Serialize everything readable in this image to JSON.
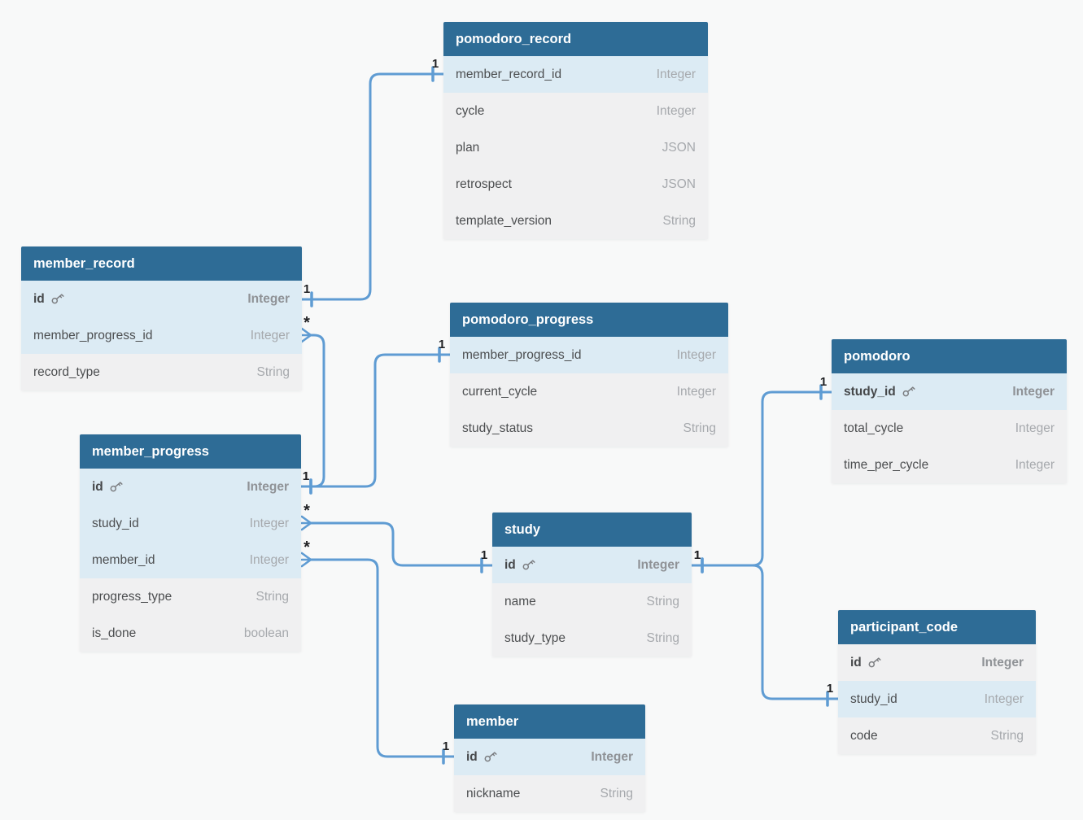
{
  "diagram": {
    "colors": {
      "background": "#f8f9f9",
      "table_header": "#2e6c96",
      "highlight_row": "#dcebf4",
      "normal_row": "#f0f0f1",
      "relationship_line": "#5f9cd3"
    },
    "icons": {
      "primary_key": "key-icon",
      "many_end": "crow-foot-many-icon",
      "one_end": "one-tick-icon"
    },
    "tables": [
      {
        "title": "pomodoro_record",
        "fields": [
          {
            "name": "member_record_id",
            "type": "Integer"
          },
          {
            "name": "cycle",
            "type": "Integer"
          },
          {
            "name": "plan",
            "type": "JSON"
          },
          {
            "name": "retrospect",
            "type": "JSON"
          },
          {
            "name": "template_version",
            "type": "String"
          }
        ]
      },
      {
        "title": "member_record",
        "fields": [
          {
            "name": "id",
            "type": "Integer"
          },
          {
            "name": "member_progress_id",
            "type": "Integer"
          },
          {
            "name": "record_type",
            "type": "String"
          }
        ]
      },
      {
        "title": "pomodoro_progress",
        "fields": [
          {
            "name": "member_progress_id",
            "type": "Integer"
          },
          {
            "name": "current_cycle",
            "type": "Integer"
          },
          {
            "name": "study_status",
            "type": "String"
          }
        ]
      },
      {
        "title": "pomodoro",
        "fields": [
          {
            "name": "study_id",
            "type": "Integer"
          },
          {
            "name": "total_cycle",
            "type": "Integer"
          },
          {
            "name": "time_per_cycle",
            "type": "Integer"
          }
        ]
      },
      {
        "title": "member_progress",
        "fields": [
          {
            "name": "id",
            "type": "Integer"
          },
          {
            "name": "study_id",
            "type": "Integer"
          },
          {
            "name": "member_id",
            "type": "Integer"
          },
          {
            "name": "progress_type",
            "type": "String"
          },
          {
            "name": "is_done",
            "type": "boolean"
          }
        ]
      },
      {
        "title": "study",
        "fields": [
          {
            "name": "id",
            "type": "Integer"
          },
          {
            "name": "name",
            "type": "String"
          },
          {
            "name": "study_type",
            "type": "String"
          }
        ]
      },
      {
        "title": "participant_code",
        "fields": [
          {
            "name": "id",
            "type": "Integer"
          },
          {
            "name": "study_id",
            "type": "Integer"
          },
          {
            "name": "code",
            "type": "String"
          }
        ]
      },
      {
        "title": "member",
        "fields": [
          {
            "name": "id",
            "type": "Integer"
          },
          {
            "name": "nickname",
            "type": "String"
          }
        ]
      }
    ],
    "relationships": [
      {
        "from_table": "member_record",
        "from_field": "id",
        "from_card": "1",
        "to_table": "pomodoro_record",
        "to_field": "member_record_id",
        "to_card": "1"
      },
      {
        "from_table": "member_progress",
        "from_field": "id",
        "from_card": "1",
        "to_table": "member_record",
        "to_field": "member_progress_id",
        "to_card": "*"
      },
      {
        "from_table": "member_progress",
        "from_field": "id",
        "from_card": "1",
        "to_table": "pomodoro_progress",
        "to_field": "member_progress_id",
        "to_card": "1"
      },
      {
        "from_table": "member_progress",
        "from_field": "study_id",
        "from_card": "*",
        "to_table": "study",
        "to_field": "id",
        "to_card": "1"
      },
      {
        "from_table": "member_progress",
        "from_field": "member_id",
        "from_card": "*",
        "to_table": "member",
        "to_field": "id",
        "to_card": "1"
      },
      {
        "from_table": "study",
        "from_field": "id",
        "from_card": "1",
        "to_table": "pomodoro",
        "to_field": "study_id",
        "to_card": "1"
      },
      {
        "from_table": "study",
        "from_field": "id",
        "from_card": "1",
        "to_table": "participant_code",
        "to_field": "study_id",
        "to_card": "1"
      }
    ]
  }
}
